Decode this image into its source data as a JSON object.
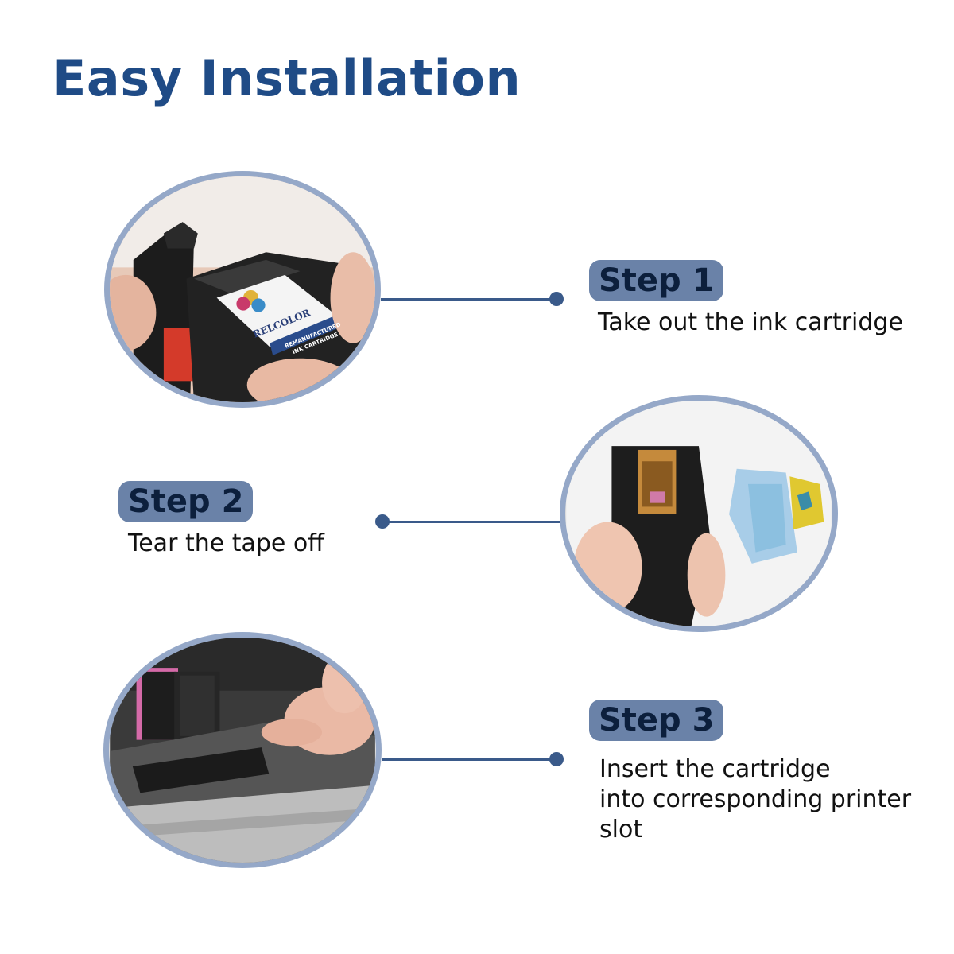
{
  "title": "Easy Installation",
  "steps": [
    {
      "badge": "Step 1",
      "text_lines": [
        "Take out the ink cartridge"
      ],
      "photo_icon": "cartridge-removal-photo"
    },
    {
      "badge": "Step 2",
      "text_lines": [
        "Tear the tape off"
      ],
      "photo_icon": "tape-removal-photo"
    },
    {
      "badge": "Step 3",
      "text_lines": [
        "Insert the cartridge",
        "into corresponding printer",
        "slot"
      ],
      "photo_icon": "printer-slot-photo"
    }
  ],
  "photo1": {
    "brand": "RELCOLOR",
    "label_line1": "REMANUFACTURED",
    "label_line2": "INK CARTRIDGE"
  },
  "colors": {
    "title": "#1f4b86",
    "badge_bg": "#6a82a8",
    "connector": "#3a5a8a",
    "circle_border": "#95a8c8"
  }
}
